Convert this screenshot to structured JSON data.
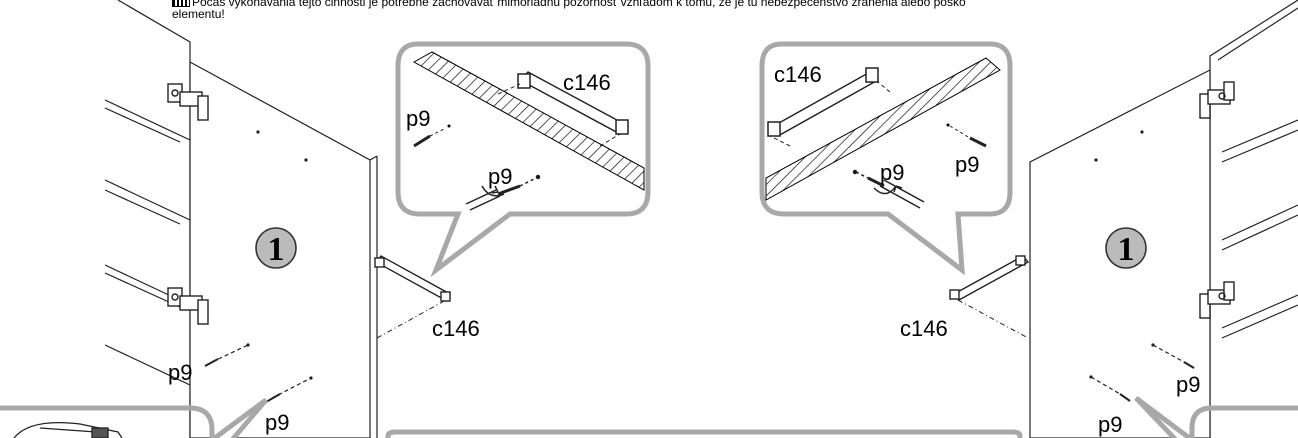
{
  "instruction": {
    "line1": "Počas vykonávania tejto činnosti je potrebné zachovávať mimoriadnu pozornosť vzhľadom k tomu, že je tu nebezpečenstvo zranenia alebo poško",
    "line2": "elementu!"
  },
  "part_labels": {
    "handle": "c146",
    "screw": "p9",
    "panel": "1"
  }
}
